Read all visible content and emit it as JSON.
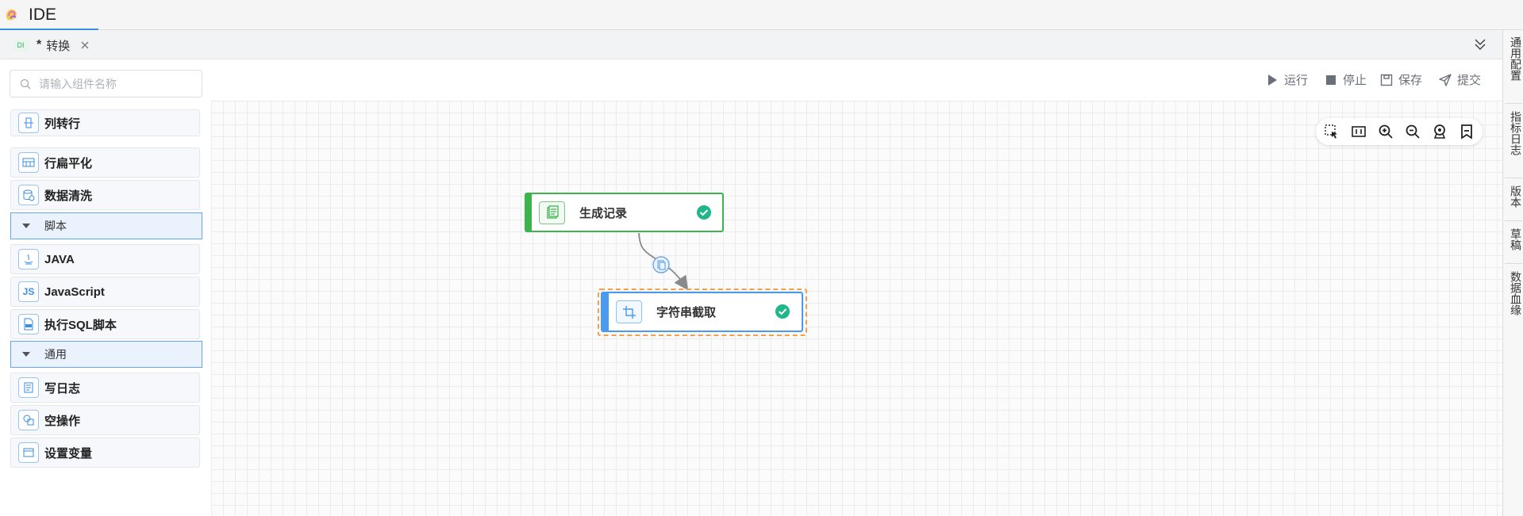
{
  "app": {
    "title": "IDE"
  },
  "tab": {
    "badge": "DI",
    "modified_mark": "*",
    "label": "转换"
  },
  "right_sidebar": {
    "items": [
      "通用配置",
      "指标日志",
      "版本",
      "草稿",
      "数据血缘"
    ]
  },
  "search": {
    "placeholder": "请输入组件名称",
    "value": ""
  },
  "components": [
    {
      "label": "列转行",
      "icon": "column-to-row-icon"
    },
    {
      "label": "行扁平化",
      "icon": "row-flatten-icon"
    },
    {
      "label": "数据清洗",
      "icon": "database-clean-icon"
    },
    {
      "group": "脚本"
    },
    {
      "label": "JAVA",
      "icon": "java-icon"
    },
    {
      "label": "JavaScript",
      "icon": "javascript-icon"
    },
    {
      "label": "执行SQL脚本",
      "icon": "sql-script-icon"
    },
    {
      "group": "通用"
    },
    {
      "label": "写日志",
      "icon": "write-log-icon"
    },
    {
      "label": "空操作",
      "icon": "noop-icon"
    },
    {
      "label": "设置变量",
      "icon": "set-variable-icon"
    }
  ],
  "toolbar": {
    "run": "运行",
    "stop": "停止",
    "save": "保存",
    "submit": "提交"
  },
  "canvas_tools": [
    "select-area-icon",
    "fit-view-icon",
    "zoom-in-icon",
    "zoom-out-icon",
    "locate-icon",
    "bookmark-icon"
  ],
  "nodes": [
    {
      "label": "生成记录",
      "status": "success",
      "color": "#3cb34b"
    },
    {
      "label": "字符串截取",
      "status": "success",
      "color": "#4a9bf0"
    }
  ],
  "colors": {
    "accent": "#3a8ee6",
    "success": "#1fb68a",
    "selection": "#f4a04a"
  }
}
